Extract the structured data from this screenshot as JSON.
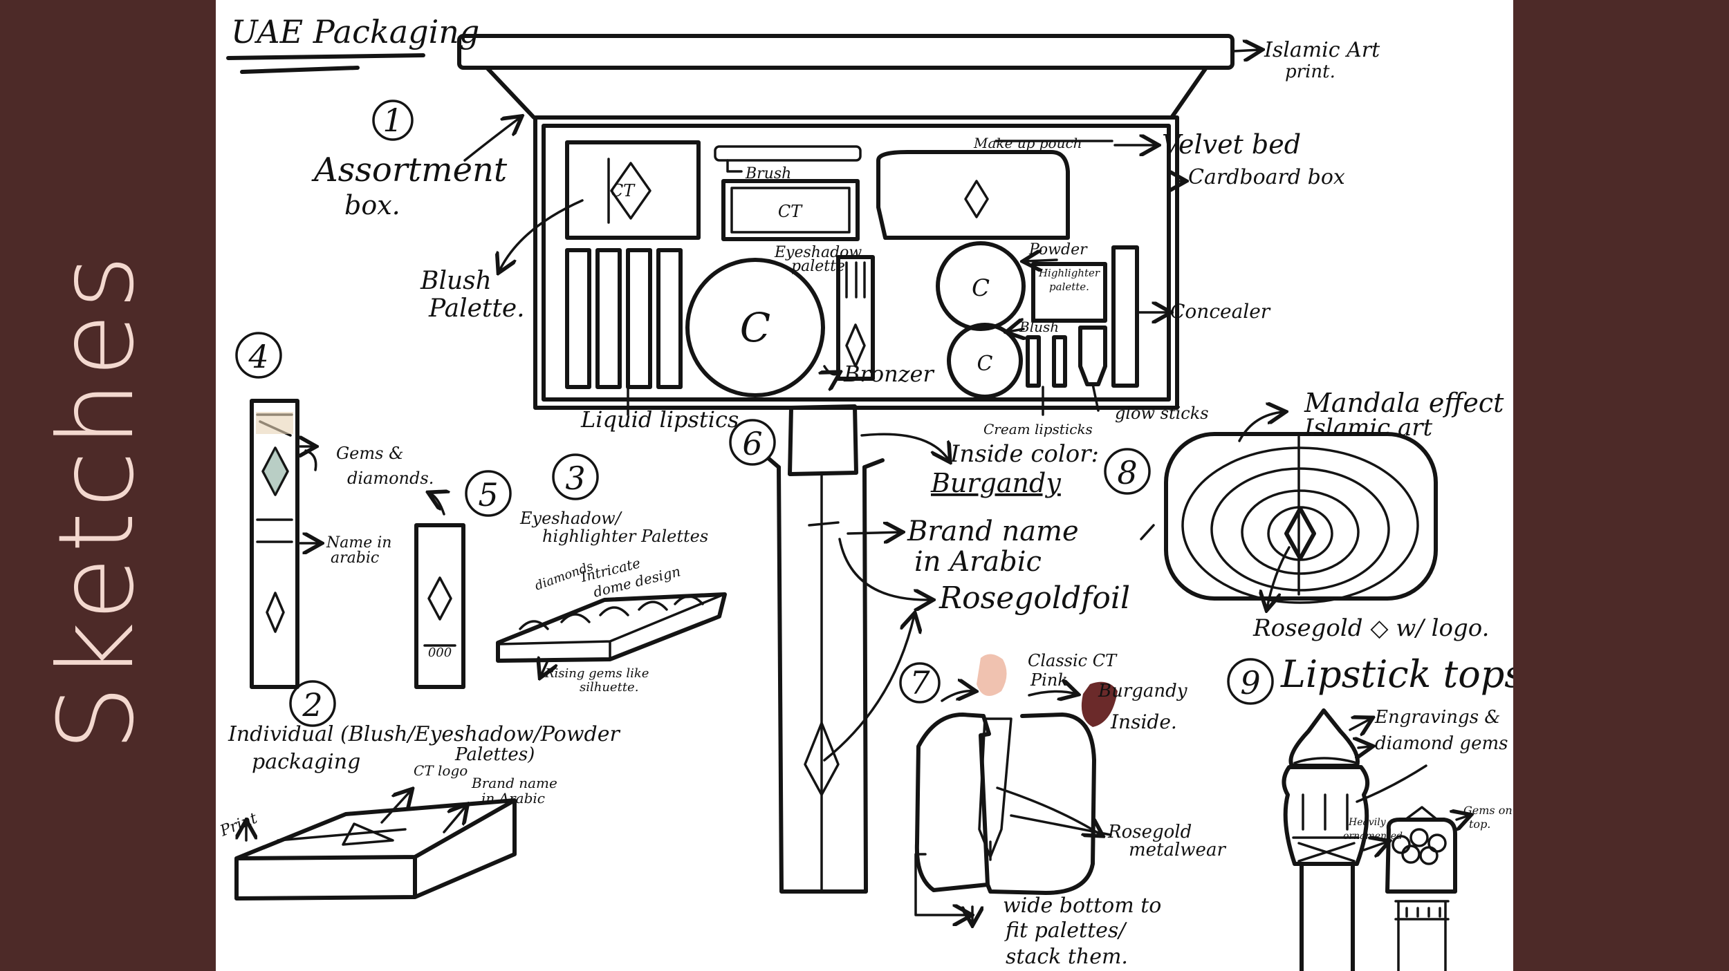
{
  "slide": {
    "side_title": "Sketches",
    "sheet_title": "UAE Packaging"
  },
  "colors": {
    "panel": "#4d2a28",
    "title": "#f3d8cf",
    "ink": "#141414",
    "swatch_pink": "#f0c2b0",
    "swatch_burgundy": "#6b2a2a"
  },
  "sketch": {
    "sec1": {
      "num": "1",
      "label_line1": "Assortment",
      "label_line2": "box."
    },
    "box_labels": {
      "islamic_line1": "Islamic Art",
      "islamic_line2": "print.",
      "makeup_pouch": "Make up pouch",
      "velvet_bed": "Velvet bed",
      "cardboard_box": "Cardboard box",
      "brush": "Brush",
      "eyeshadow_line1": "Eyeshadow",
      "eyeshadow_line2": "palette",
      "blush_palette_line1": "Blush",
      "blush_palette_line2": "Palette.",
      "powder": "Powder",
      "highlighter_line1": "Highlighter",
      "highlighter_line2": "palette.",
      "concealer": "Concealer",
      "blush": "Blush",
      "bronzer": "Bronzer",
      "liquid_lipstick": "Liquid lipstics",
      "cream_lipsticks": "Cream lipsticks",
      "glow_sticks": "glow sticks"
    },
    "sec4": {
      "num": "4",
      "gems_line1": "Gems &",
      "gems_line2": "diamonds.",
      "name_line1": "Name in",
      "name_line2": "arabic"
    },
    "sec5": {
      "num": "5"
    },
    "sec3": {
      "num": "3",
      "title_line1": "Eyeshadow/",
      "title_line2": "highlighter Palettes",
      "diamonds": "diamonds",
      "intricate_line1": "Intricate",
      "intricate_line2": "dome design",
      "rising_line1": "Rising gems like",
      "rising_line2": "silhuette."
    },
    "sec2": {
      "num": "2",
      "title_line1": "Individual (Blush/Eyeshadow/Powder",
      "title_line2": "Palettes)",
      "title_line3": "packaging",
      "ct_logo": "CT logo",
      "brand_line1": "Brand name",
      "brand_line2": "in Arabic",
      "print": "Print"
    },
    "sec6": {
      "num": "6",
      "inside_line1": "Inside color:",
      "inside_line2": "Burgandy",
      "brand_line1": "Brand name",
      "brand_line2": "in Arabic",
      "rosegold_foil": "Rosegoldfoil"
    },
    "sec7": {
      "num": "7",
      "classic_line1": "Classic CT",
      "classic_line2": "Pink",
      "burgundy_line1": "Burgandy",
      "burgundy_line2": "Inside.",
      "metalwear_line1": "Rosegold",
      "metalwear_line2": "metalwear",
      "wide_line1": "wide bottom to",
      "wide_line2": "fit palettes/",
      "wide_line3": "stack them."
    },
    "sec8": {
      "num": "8",
      "mandala_line1": "Mandala effect",
      "mandala_line2": "Islamic art",
      "rosegold_logo": "Rosegold ◇ w/ logo."
    },
    "sec9": {
      "num": "9",
      "title": "Lipstick tops",
      "engravings_line1": "Engravings &",
      "engravings_line2": "diamond gems",
      "heavily_line1": "Heavily",
      "heavily_line2": "ornamented",
      "gems_top_line1": "Gems on",
      "gems_top_line2": "top."
    }
  }
}
